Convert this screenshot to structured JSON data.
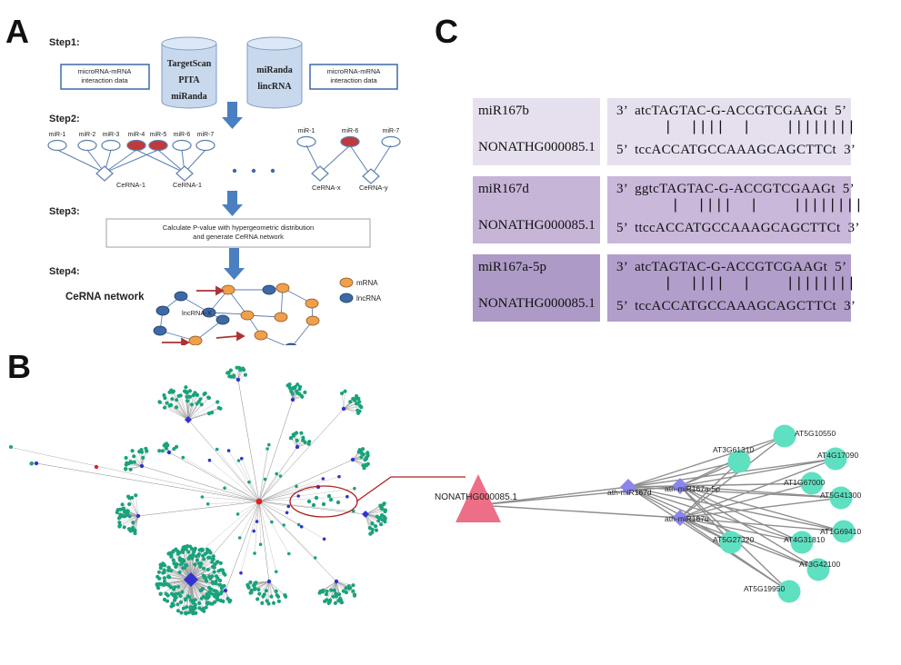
{
  "panels": {
    "a": "A",
    "b": "B",
    "c": "C"
  },
  "panelA": {
    "step1": "Step1:",
    "step2": "Step2:",
    "step3": "Step3:",
    "step4": "Step4:",
    "db_left": [
      "TargetScan",
      "PITA",
      "miRanda"
    ],
    "db_right": [
      "miRanda",
      "lincRNA"
    ],
    "box_left": [
      "microRNA-mRNA",
      "interaction data"
    ],
    "box_right": [
      "microRNA-mRNA",
      "interaction data"
    ],
    "mirs_left": [
      "miR-1",
      "miR-2",
      "miR-3",
      "miR-4",
      "miR-5",
      "miR-6",
      "miR-7"
    ],
    "mirs_right": [
      "miR-1",
      "miR-6",
      "miR-7"
    ],
    "cerna_left": [
      "CeRNA-1",
      "CeRNA-1"
    ],
    "cerna_right": [
      "CeRNA-x",
      "CeRNA-y"
    ],
    "step3_text": [
      "Calculate P-value with hypergeometric distribution",
      "and generate CeRNA network"
    ],
    "network_title": "CeRNA network",
    "legend_mrna": "mRNA",
    "legend_lncrna": "lncRNA",
    "lnc_label": "lncRNA-X",
    "colors": {
      "red": "#c0393b",
      "orange": "#f0a04b",
      "blue": "#3d6aa6",
      "arrow": "#4a7fc1"
    }
  },
  "panelB": {
    "lnc_label": "NONATHG000085.1",
    "mirnas": [
      "ath-miR167d",
      "ath-miR167a-5p",
      "ath-miR167b"
    ],
    "genes": [
      "AT5G10550",
      "AT3G61310",
      "AT4G17090",
      "AT1G67000",
      "AT5G41300",
      "AT1G69410",
      "AT5G27320",
      "AT4G31810",
      "AT3G42100",
      "AT5G19950"
    ],
    "colors": {
      "triangle": "#ec6f87",
      "diamond": "#8a86ec",
      "gene": "#5fe0c1",
      "hub_leaf": "#1aa27c",
      "hub": "#3232d0",
      "center": "#e02020",
      "ring": "#b02020"
    }
  },
  "panelC": {
    "rows": [
      {
        "mir": "miR167b",
        "gene": "NONATHG000085.1",
        "top": "3’  atcTAGTAC-G-ACCGTCGAAGt  5’",
        "mid": "|  ||||  |    ||||||||",
        "bot": "5’  tccACCATGCCAAAGCAGCTTCt  3’",
        "name_bg": "#e6e0ee",
        "seq_bg": "#e6e0ee"
      },
      {
        "mir": "miR167d",
        "gene": "NONATHG000085.1",
        "top": "3’  ggtcTAGTAC-G-ACCGTCGAAGt  5’",
        "mid": "|  ||||  |    ||||||||",
        "bot": "5’  ttccACCATGCCAAAGCAGCTTCt  3’",
        "name_bg": "#c7b5d8",
        "seq_bg": "#c9b8da"
      },
      {
        "mir": "miR167a-5p",
        "gene": "NONATHG000085.1",
        "top": "3’  atcTAGTAC-G-ACCGTCGAAGt  5’",
        "mid": "|  ||||  |    ||||||||",
        "bot": "5’  tccACCATGCCAAAGCAGCTTCt  3’",
        "name_bg": "#ad9ac7",
        "seq_bg": "#b19ecb"
      }
    ]
  }
}
